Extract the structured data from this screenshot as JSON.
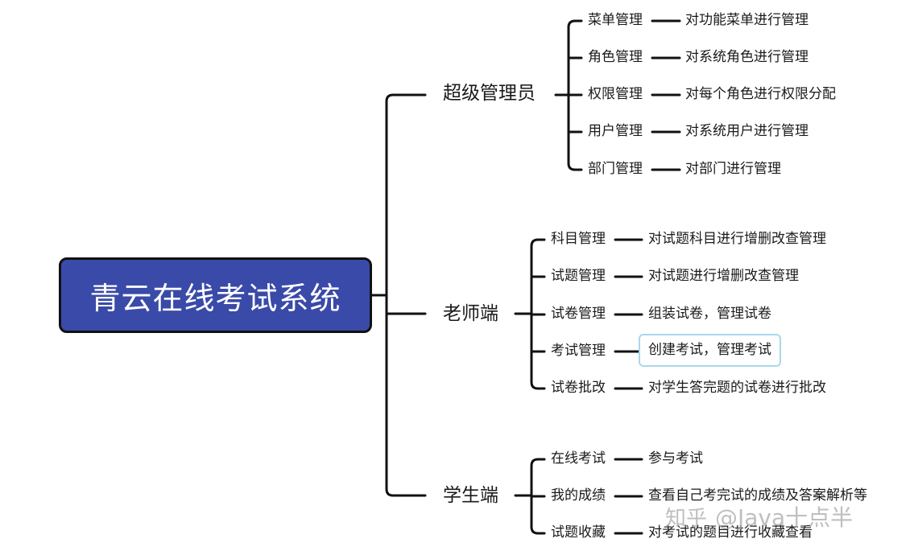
{
  "root": {
    "label": "青云在线考试系统"
  },
  "branches": [
    {
      "label": "超级管理员",
      "items": [
        {
          "label": "菜单管理",
          "desc": "对功能菜单进行管理"
        },
        {
          "label": "角色管理",
          "desc": "对系统角色进行管理"
        },
        {
          "label": "权限管理",
          "desc": "对每个角色进行权限分配"
        },
        {
          "label": "用户管理",
          "desc": "对系统用户进行管理"
        },
        {
          "label": "部门管理",
          "desc": "对部门进行管理"
        }
      ]
    },
    {
      "label": "老师端",
      "items": [
        {
          "label": "科目管理",
          "desc": "对试题科目进行增删改查管理"
        },
        {
          "label": "试题管理",
          "desc": "对试题进行增删改查管理"
        },
        {
          "label": "试卷管理",
          "desc": "组装试卷，管理试卷"
        },
        {
          "label": "考试管理",
          "desc": "创建考试，管理考试",
          "selected": true
        },
        {
          "label": "试卷批改",
          "desc": "对学生答完题的试卷进行批改"
        }
      ]
    },
    {
      "label": "学生端",
      "items": [
        {
          "label": "在线考试",
          "desc": "参与考试"
        },
        {
          "label": "我的成绩",
          "desc": "查看自己考完试的成绩及答案解析等"
        },
        {
          "label": "试题收藏",
          "desc": "对考试的题目进行收藏查看"
        }
      ]
    }
  ],
  "watermark": {
    "logo": "知乎",
    "text": "@Java十点半"
  }
}
